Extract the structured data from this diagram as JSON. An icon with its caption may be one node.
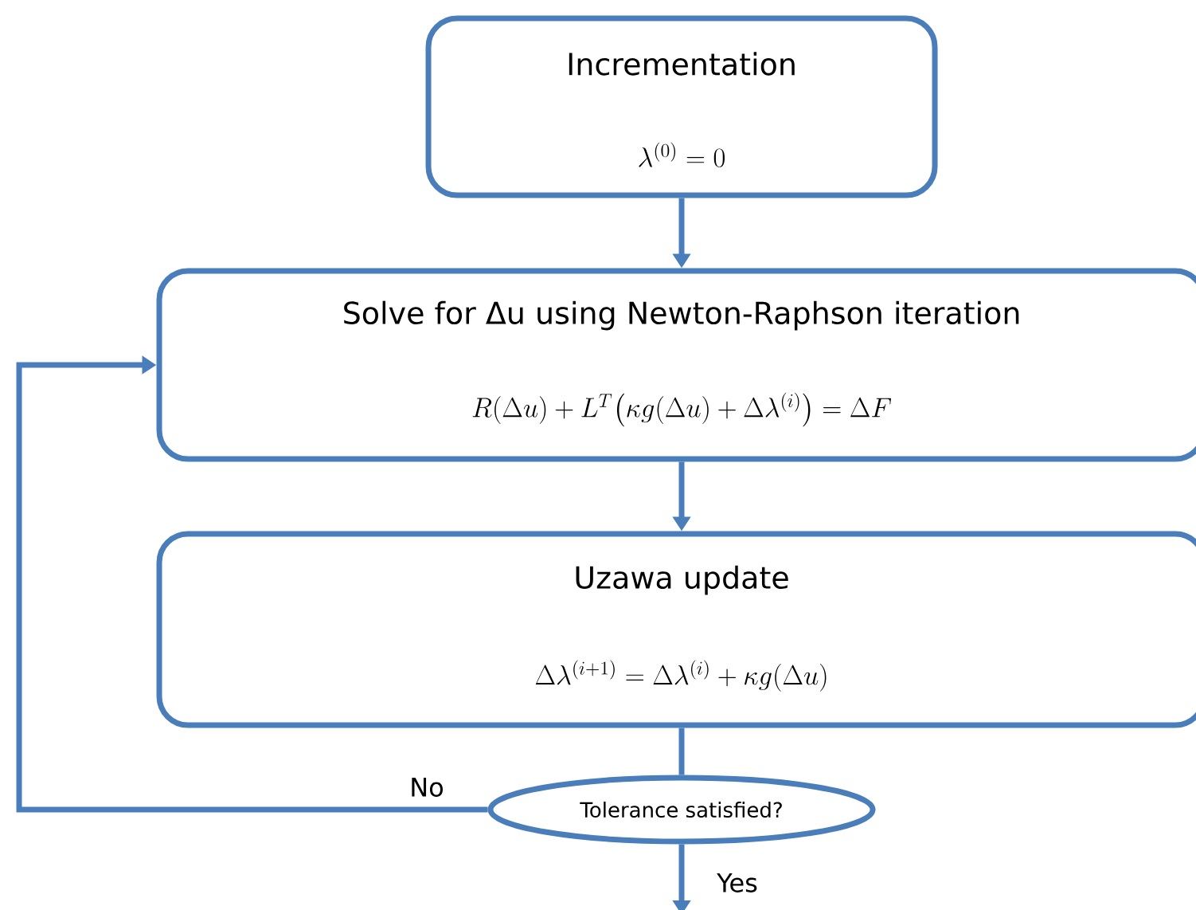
{
  "diagram": {
    "nodes": [
      {
        "text": [
          "Incrementation",
          "\\lambda^{(0)} = 0"
        ]
      },
      {
        "text": [
          "Solve for Δu using Newton-Raphson iteration",
          "R(\\Delta u) + L^{T}\\big(\\kappa g(\\Delta u) + \\Delta\\lambda^{(i)}\\big) = \\Delta F"
        ]
      },
      {
        "text": [
          "Uzawa update",
          "\\Delta\\lambda^{(i+1)} = \\Delta\\lambda^{(i)} + \\kappa g(\\Delta u)"
        ]
      },
      {
        "text": [
          "Tolerance satisfied?"
        ]
      }
    ],
    "edges": [
      {
        "from": 0,
        "to": 1,
        "arrow": "to"
      },
      {
        "from": 1,
        "to": 2,
        "arrow": "to"
      },
      {
        "from": 2,
        "to": 3,
        "arrow": "none"
      },
      {
        "from": 3,
        "to": 1,
        "arrow": "to",
        "label": "No"
      },
      {
        "from": 3,
        "to": null,
        "arrow": "to",
        "label": "Yes"
      }
    ]
  }
}
